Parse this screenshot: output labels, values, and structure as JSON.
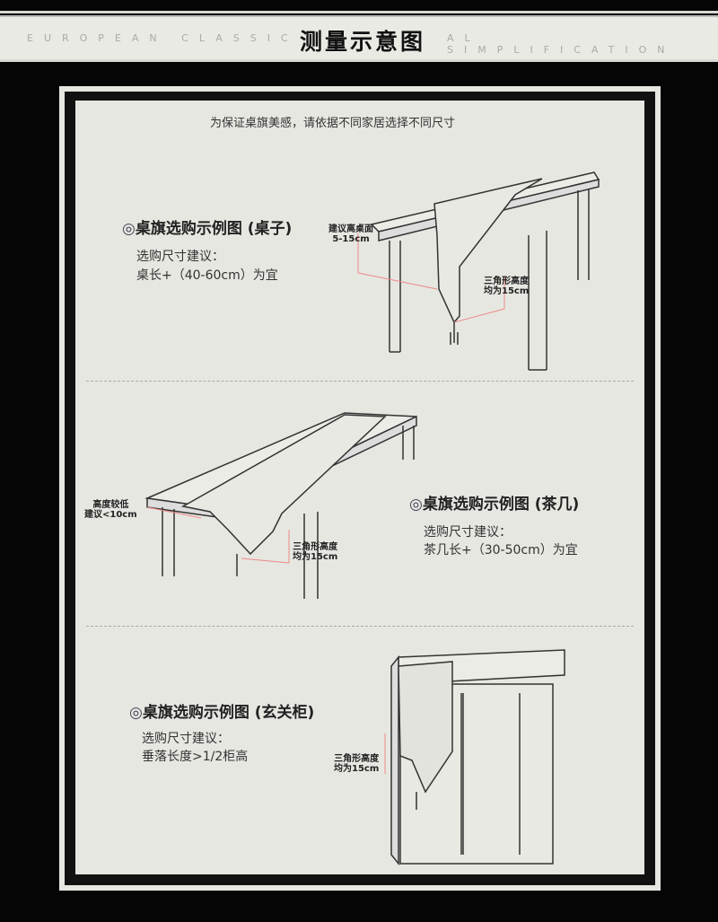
{
  "header": {
    "left_text": "EUROPEAN CLASSIC",
    "title": "测量示意图",
    "right_text": "AL SIMPLIFICATION"
  },
  "intro": "为保证桌旗美感，请依据不同家居选择不同尺寸",
  "sections": [
    {
      "bullet": "◎",
      "heading": "桌旗选购示例图 (桌子)",
      "line1": "选购尺寸建议：",
      "line2": "桌长+（40-60cm）为宜",
      "label_a1": "建议离桌面",
      "label_a2": "5-15cm",
      "label_b1": "三角形高度",
      "label_b2": "均为15cm"
    },
    {
      "bullet": "◎",
      "heading": "桌旗选购示例图 (茶几)",
      "line1": "选购尺寸建议：",
      "line2": "茶几长+（30-50cm）为宜",
      "label_a1": "高度较低",
      "label_a2": "建议<10cm",
      "label_b1": "三角形高度",
      "label_b2": "均为15cm"
    },
    {
      "bullet": "◎",
      "heading": "桌旗选购示例图 (玄关柜)",
      "line1": "选购尺寸建议：",
      "line2": "垂落长度>1/2柜高",
      "label_b1": "三角形高度",
      "label_b2": "均为15cm"
    }
  ]
}
